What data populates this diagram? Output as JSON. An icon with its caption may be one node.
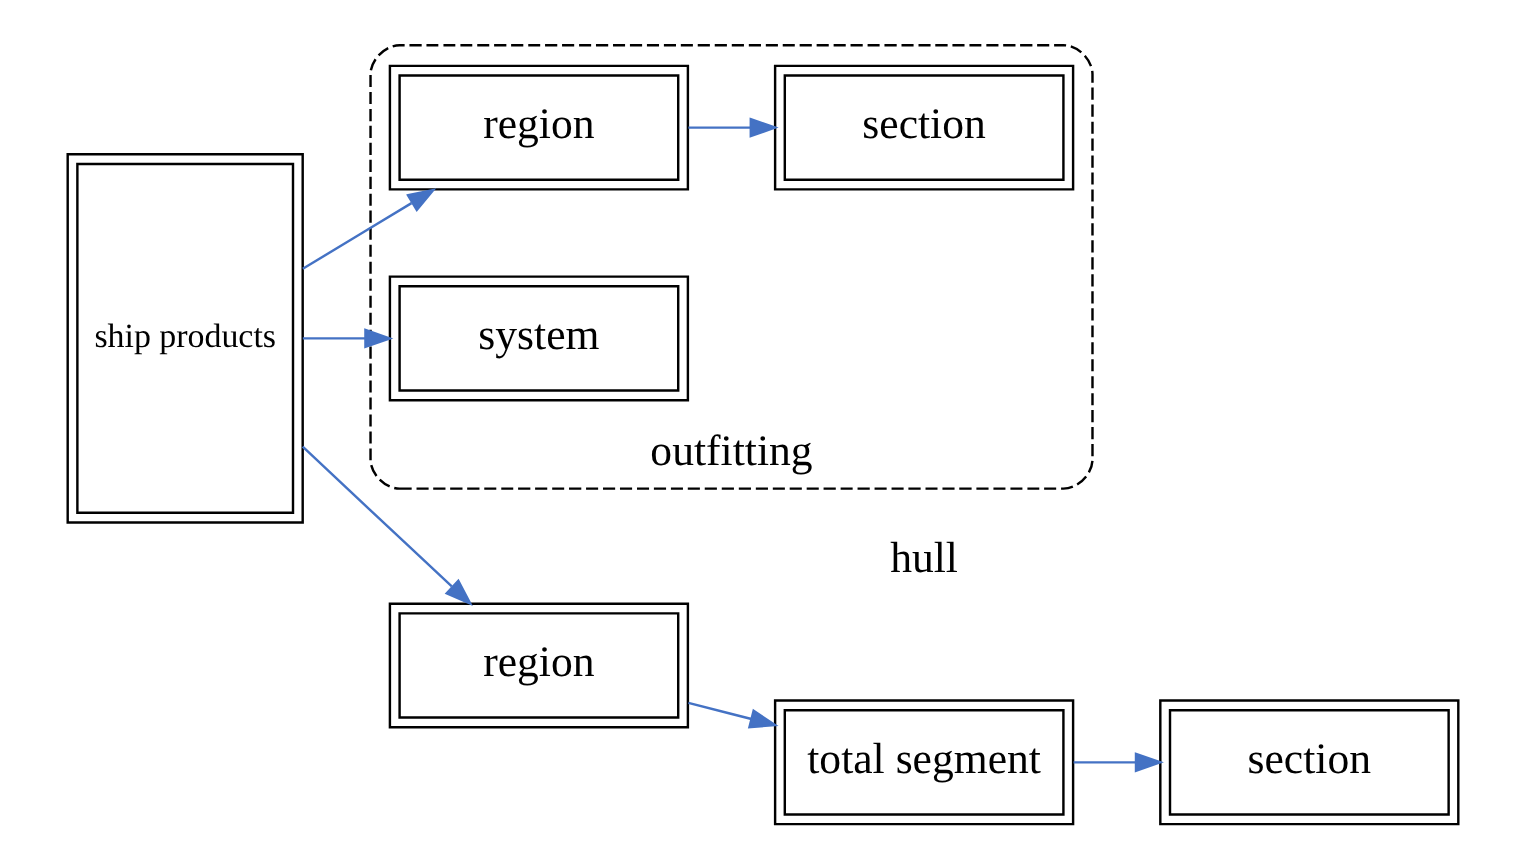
{
  "diagram": {
    "nodes": [
      {
        "text": [
          "ship products"
        ]
      },
      {
        "text": [
          "region"
        ]
      },
      {
        "text": [
          "total segment"
        ]
      },
      {
        "text": [
          "section"
        ]
      },
      {
        "text": [
          "outfitting"
        ]
      },
      {
        "text": [
          "region"
        ],
        "in": 4
      },
      {
        "text": [
          "section"
        ],
        "in": 4
      },
      {
        "text": [
          "system"
        ],
        "in": 4
      }
    ],
    "edges": [
      {
        "from": 0,
        "to": 1,
        "arrow": "to"
      },
      {
        "from": 1,
        "to": 2,
        "arrow": "to"
      },
      {
        "from": 2,
        "to": 3,
        "arrow": "to"
      },
      {
        "from": 0,
        "to": 5,
        "arrow": "to"
      },
      {
        "from": 5,
        "to": 6,
        "arrow": "to"
      },
      {
        "from": 0,
        "to": 7,
        "arrow": "to"
      }
    ],
    "labels": [
      "hull"
    ]
  }
}
